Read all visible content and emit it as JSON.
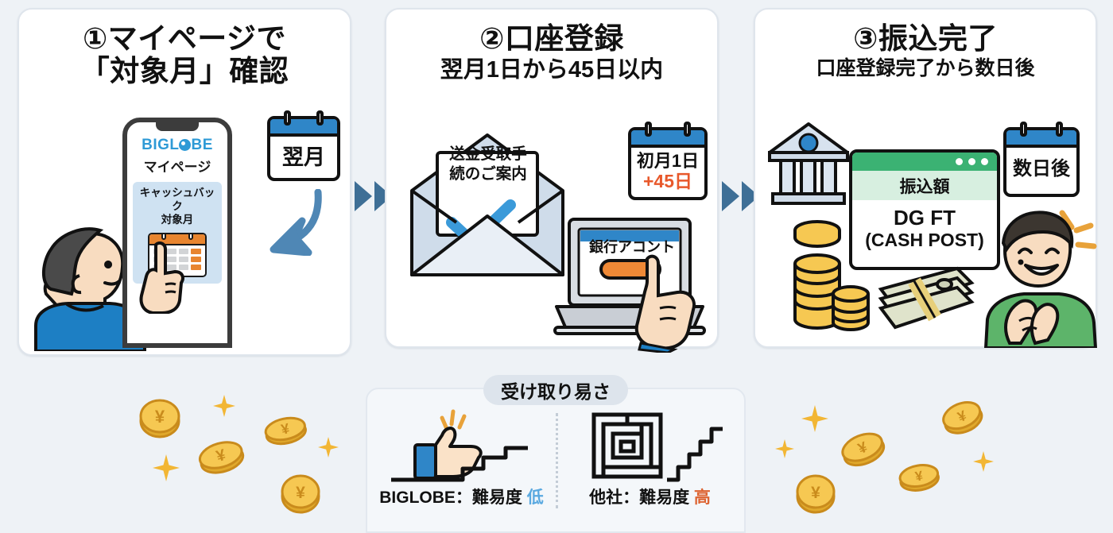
{
  "background_color": "#eef2f6",
  "accent_colors": {
    "blue": "#2f86c8",
    "arrow_blue": "#3e6f96",
    "orange": "#e8852f",
    "orange_red": "#e8582b",
    "green": "#3bb273",
    "low_blue": "#5aa9e0",
    "high_red": "#dd6432",
    "coin_gold": "#f2c14e"
  },
  "steps": [
    {
      "title": "①マイページで",
      "title_line2": "「対象月」確認",
      "phone": {
        "brand": "BIGL",
        "brand_tail": "BE",
        "mypage": "マイページ",
        "callout_line1": "キャッシュバック",
        "callout_line2": "対象月"
      },
      "calendar": {
        "label": "翌月"
      }
    },
    {
      "title": "②口座登録",
      "subtitle": "翌月1日から45日以内",
      "letter": {
        "line1": "送金受取手",
        "line2": "続のご案内"
      },
      "calendar": {
        "line1": "初月1日",
        "line2": "+45日"
      },
      "laptop": {
        "screen_label": "銀行アコント",
        "button_label": ""
      }
    },
    {
      "title": "③振込完了",
      "subtitle": "口座登録完了から数日後",
      "window": {
        "band_label": "振込額",
        "brand_line1": "DG FT",
        "brand_line2": "(CASH POST)"
      },
      "calendar": {
        "label": "数日後"
      }
    }
  ],
  "compare": {
    "badge": "受け取り易さ",
    "left": {
      "label_prefix": "BIGLOBE：難易度",
      "level": "低",
      "icon": "thumbs-up-with-low-stairs"
    },
    "right": {
      "label_prefix": "他社：難易度",
      "level": "高",
      "icon": "maze-with-tall-stairs"
    }
  },
  "decorations": {
    "coin_symbol": "¥",
    "coin_count_left": 4,
    "coin_count_right": 4,
    "sparkle_count_left": 3,
    "sparkle_count_right": 3
  }
}
